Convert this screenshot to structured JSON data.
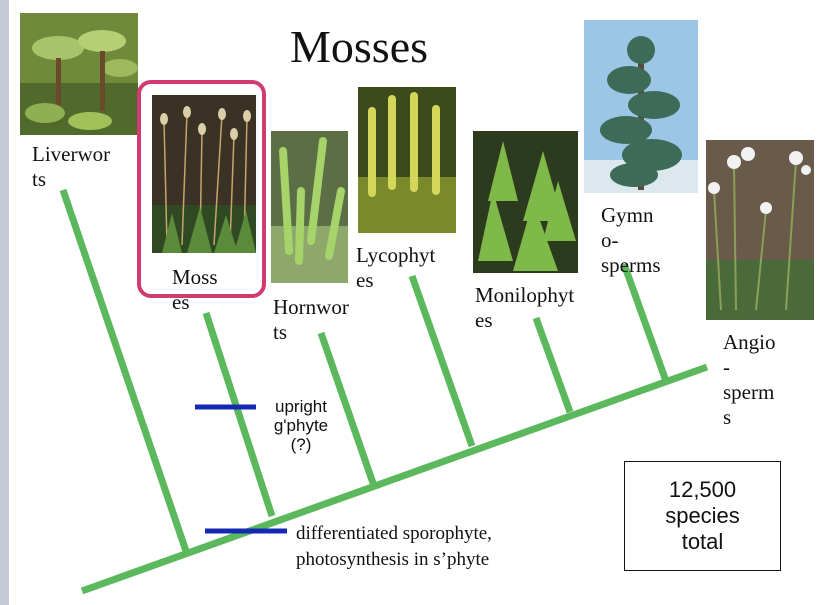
{
  "title": "Mosses",
  "taxa": [
    {
      "id": "liverworts",
      "label": "Liverwor\nts"
    },
    {
      "id": "mosses",
      "label": "Moss\nes"
    },
    {
      "id": "hornworts",
      "label": "Hornwor\nts"
    },
    {
      "id": "lycophytes",
      "label": "Lycophyt\nes"
    },
    {
      "id": "monilophytes",
      "label": "Monilophyt\nes"
    },
    {
      "id": "gymnosperms",
      "label": "Gymn\no-\nsperms"
    },
    {
      "id": "angiosperms",
      "label": "Angio\n-\nsperm\ns"
    }
  ],
  "traits": {
    "upright": "upright\ng'phyte\n(?)",
    "sporophyte": "differentiated sporophyte,\nphotosynthesis in s’phyte"
  },
  "species_box": "12,500\nspecies\ntotal",
  "colors": {
    "branch": "#5cb85c",
    "trait_bar": "#1428b4",
    "highlight": "#d03c72"
  }
}
